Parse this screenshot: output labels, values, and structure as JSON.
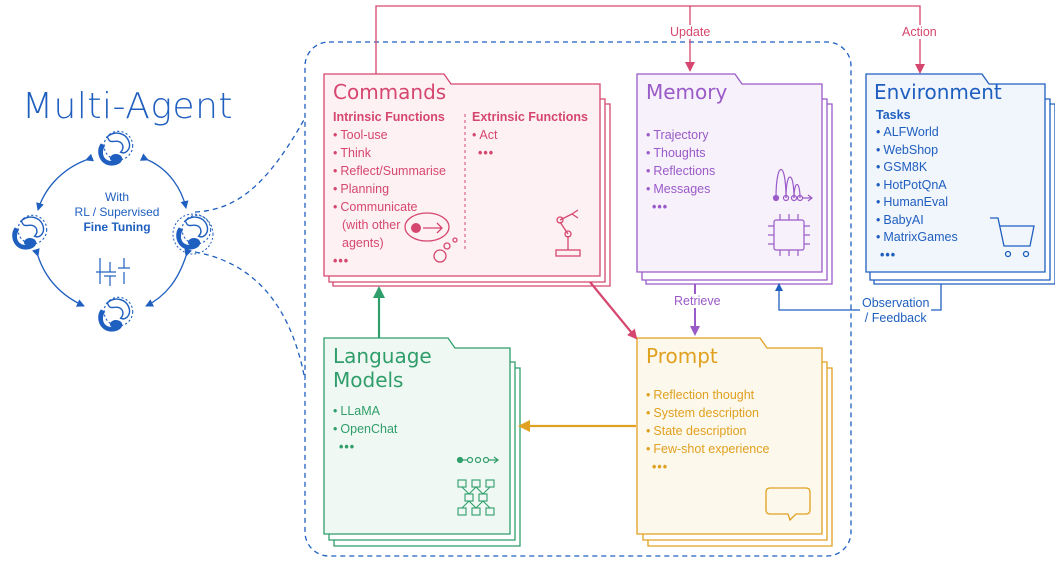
{
  "colors": {
    "blue": "#1f5fbf",
    "pink": "#d6476f",
    "purple": "#9a5ac8",
    "green": "#2f9e6a",
    "orange": "#e0a020"
  },
  "multi_agent": {
    "title": "Multi-Agent",
    "caption_line1": "With",
    "caption_line2": "RL / Supervised",
    "caption_line3": "Fine Tuning"
  },
  "arrows": {
    "update": "Update",
    "action": "Action",
    "retrieve": "Retrieve",
    "observation_line1": "Observation",
    "observation_line2": "/ Feedback"
  },
  "commands": {
    "title": "Commands",
    "intrinsic_heading": "Intrinsic Functions",
    "intrinsic_items": [
      "Tool-use",
      "Think",
      "Reflect/Summarise",
      "Planning",
      "Communicate",
      "(with other",
      "agents)"
    ],
    "extrinsic_heading": "Extrinsic Functions",
    "extrinsic_items": [
      "Act"
    ],
    "ellipsis": "•••"
  },
  "memory": {
    "title": "Memory",
    "items": [
      "Trajectory",
      "Thoughts",
      "Reflections",
      "Messages"
    ],
    "ellipsis": "•••"
  },
  "environment": {
    "title": "Environment",
    "tasks_heading": "Tasks",
    "items": [
      "ALFWorld",
      "WebShop",
      "GSM8K",
      "HotPotQnA",
      "HumanEval",
      "BabyAI",
      "MatrixGames"
    ],
    "ellipsis": "•••"
  },
  "language_models": {
    "title_line1": "Language",
    "title_line2": "Models",
    "items": [
      "LLaMA",
      "OpenChat"
    ],
    "ellipsis": "•••"
  },
  "prompt": {
    "title": "Prompt",
    "items": [
      "Reflection thought",
      "System description",
      "State description",
      "Few-shot experience"
    ],
    "ellipsis": "•••"
  },
  "icons": {
    "agent": "swirl-agent-icon",
    "robot_arm": "robot-arm-icon",
    "chip": "chip-icon",
    "cart": "shopping-cart-icon",
    "chat": "chat-bubble-icon",
    "network": "neural-network-icon",
    "sequence": "token-sequence-icon",
    "balance": "circuit-icon"
  }
}
